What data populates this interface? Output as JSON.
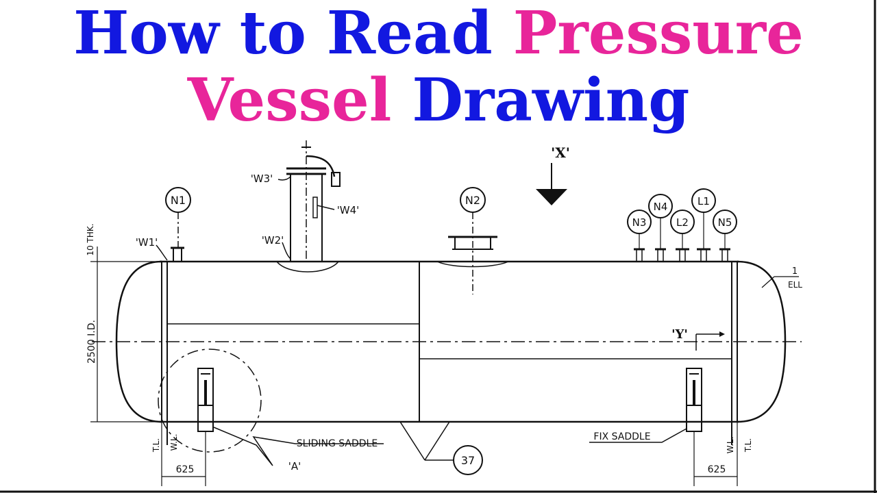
{
  "title": {
    "line1": [
      {
        "text": "How to Read ",
        "color": "blue"
      },
      {
        "text": "Pressure",
        "color": "pink"
      }
    ],
    "line2": [
      {
        "text": "Vessel ",
        "color": "pink"
      },
      {
        "text": "Drawing",
        "color": "blue"
      }
    ]
  },
  "colors": {
    "blue": "#1218e0",
    "pink": "#e8259a",
    "line": "#111111"
  },
  "nozzles": {
    "n1": "N1",
    "n2": "N2",
    "n3": "N3",
    "n4": "N4",
    "n5": "N5",
    "l1": "L1",
    "l2": "L2"
  },
  "weld_labels": {
    "w1": "'W1'",
    "w2": "'W2'",
    "w3": "'W3'",
    "w4": "'W4'"
  },
  "views": {
    "x": "'X'",
    "y": "'Y'"
  },
  "dimensions": {
    "thickness": "10 THK.",
    "inner_diameter": "2500 I.D.",
    "left_625": "625",
    "right_625": "625",
    "tl_left": "T.L.",
    "wl_left": "W.L.",
    "tl_right": "T.L.",
    "wl_right": "W.L."
  },
  "callouts": {
    "sliding_saddle": "SLIDING SADDLE",
    "fix_saddle": "FIX SADDLE",
    "detail_a": "'A'",
    "item_37": "37",
    "head_note_1": "1",
    "head_note_ell": "ELL"
  }
}
